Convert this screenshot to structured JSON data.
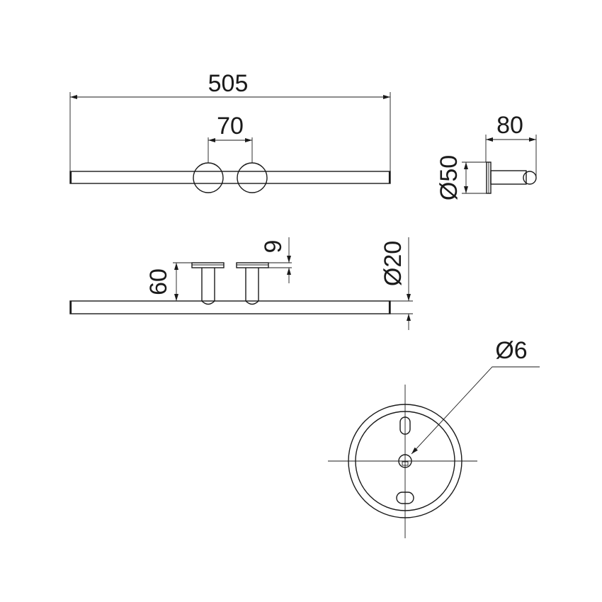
{
  "drawing": {
    "line_color": "#1a1a1a",
    "background": "#ffffff",
    "dimensions": {
      "overall_length": "505",
      "mount_spacing": "70",
      "projection": "80",
      "plate_diameter": "Ø50",
      "post_height": "60",
      "plate_thickness": "9",
      "bar_diameter": "Ø20",
      "hole_diameter": "Ø6"
    }
  }
}
